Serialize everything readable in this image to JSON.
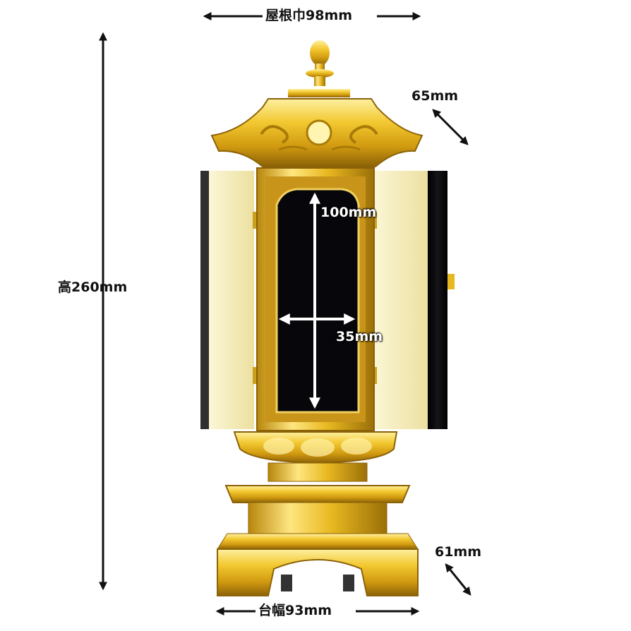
{
  "dimensions": {
    "roof_width": "屋根巾98mm",
    "roof_depth": "65mm",
    "height": "高260mm",
    "inner_height": "100mm",
    "inner_width": "35mm",
    "base_depth": "61mm",
    "base_width": "台幅93mm"
  },
  "colors": {
    "gold": "#e8b820",
    "gold_dark": "#a87a08",
    "gold_light": "#fff0a0",
    "ivory_door": "#f3eab8",
    "black_lacquer": "#0a0a0e",
    "arrow_black": "#111111",
    "arrow_white": "#ffffff"
  }
}
